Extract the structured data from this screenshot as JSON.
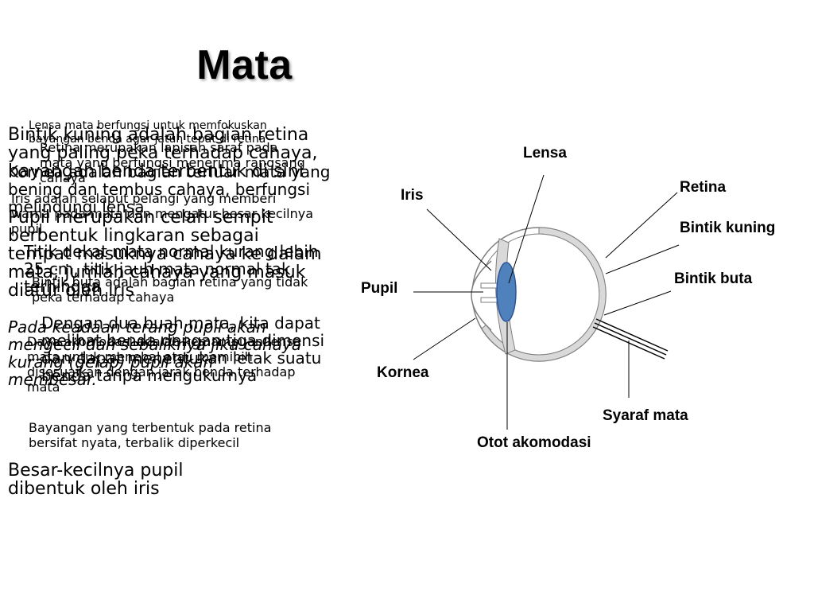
{
  "slide": {
    "title": "Mata"
  },
  "text_blocks": [
    {
      "id": "b1",
      "text": "Lensa mata berfungsi untuk memfokuskan bayangan benda agar jatuh tepat di retina",
      "style": "xs"
    },
    {
      "id": "b2",
      "text": "Bintik kuning adalah bagian retina yang paling peka terhadap cahaya, bayangan benda terbentuk di sini",
      "style": "lg"
    },
    {
      "id": "b3",
      "text": "Retina merupakan lapisan saraf pada mata yang berfungsi menerima rangsang cahaya",
      "style": "sm"
    },
    {
      "id": "b4",
      "text": "Kornea adalah bagian terluar mata yang bening dan tembus cahaya, berfungsi melindungi lensa",
      "style": "md"
    },
    {
      "id": "b5",
      "text": "Iris adalah selaput pelangi yang memberi warna pada mata dan mengatur besar kecilnya pupil",
      "style": "sm"
    },
    {
      "id": "b6",
      "text": "Pupil merupakan celah sempit berbentuk lingkaran sebagai tempat masuknya cahaya ke dalam mata; jumlah cahaya yang masuk diatur oleh iris",
      "style": "lg"
    },
    {
      "id": "b7",
      "text": "Titik dekat mata normal kurang lebih 25 cm, titik jauh mata normal tak terhingga",
      "style": "md"
    },
    {
      "id": "b8",
      "text": "Pada keadaan terang pupil akan mengecil dan sebaliknya jika cahaya kurang (gelap) pupil akan membesar.",
      "style": "italic"
    },
    {
      "id": "b9",
      "text": "Dengan dua buah mata, kita dapat melihat benda dengan tiga dimensi dan dapat menentukan letak suatu benda tanpa mengukurnya",
      "style": "md"
    },
    {
      "id": "b10",
      "text": "Bintik buta adalah bagian retina yang tidak peka terhadap cahaya",
      "style": "sm"
    },
    {
      "id": "b11",
      "text": "Daya akomodasi adalah kemampuan lensa mata untuk menebal atau memipih disesuaikan dengan jarak benda terhadap mata",
      "style": "sm"
    },
    {
      "id": "b12",
      "text": "Bayangan yang terbentuk pada retina bersifat nyata, terbalik diperkecil",
      "style": "sm"
    },
    {
      "id": "b13",
      "text": "Besar-kecilnya pupil dibentuk oleh iris",
      "style": "lg"
    }
  ],
  "diagram": {
    "labels": {
      "lensa": "Lensa",
      "iris": "Iris",
      "retina": "Retina",
      "bintik_kuning": "Bintik kuning",
      "bintik_buta": "Bintik buta",
      "pupil": "Pupil",
      "kornea": "Kornea",
      "syaraf_mata": "Syaraf mata",
      "otot_akomodasi": "Otot akomodasi"
    },
    "colors": {
      "lens": "#4f81bd",
      "lens_stroke": "#2f5597",
      "eyeball_fill": "#d9d9d9",
      "line": "#000000"
    }
  }
}
